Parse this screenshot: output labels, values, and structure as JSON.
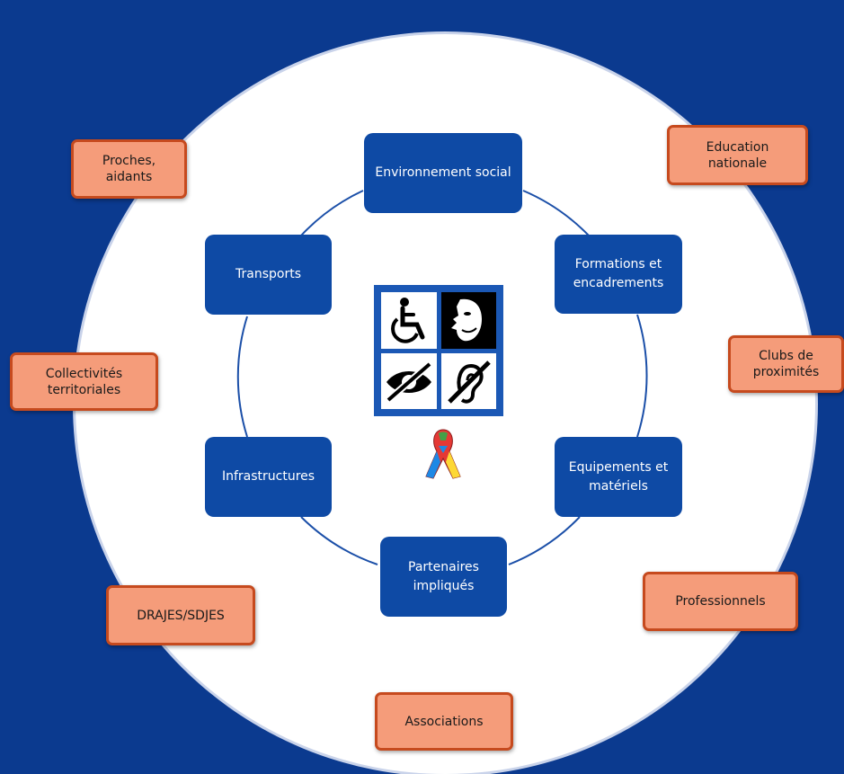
{
  "center_nodes": {
    "environnement": "Environnement social",
    "formations": "Formations et encadrements",
    "equipements": "Equipements et matériels",
    "partenaires": "Partenaires impliqués",
    "infrastructures": "Infrastructures",
    "transports": "Transports"
  },
  "outer_partners": {
    "proches": "Proches, aidants",
    "education": "Education nationale",
    "clubs": "Clubs de proximités",
    "professionnels": "Professionnels",
    "associations": "Associations",
    "drajes": "DRAJES/SDJES",
    "collectivites": "Collectivités territoriales"
  },
  "colors": {
    "background": "#0b3a8f",
    "node": "#0e4aa5",
    "partner_fill": "#f59c7a",
    "partner_border": "#c64a1e"
  },
  "icons": [
    "wheelchair-icon",
    "mental-disability-mask-icon",
    "visual-impairment-eye-icon",
    "hearing-impairment-ear-icon",
    "autism-puzzle-ribbon-icon"
  ]
}
